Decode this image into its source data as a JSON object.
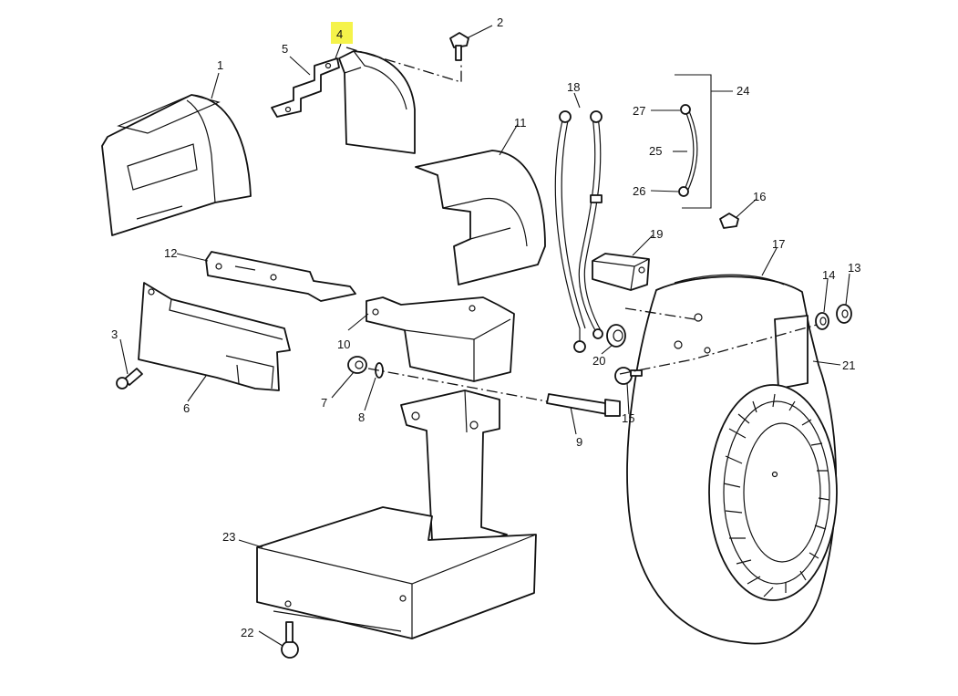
{
  "colors": {
    "highlight": "#f5f34a",
    "line": "#111111",
    "background": "#ffffff"
  },
  "highlighted_callout": "4",
  "callouts": [
    {
      "id": "1",
      "text": "1"
    },
    {
      "id": "2",
      "text": "2"
    },
    {
      "id": "3",
      "text": "3"
    },
    {
      "id": "4",
      "text": "4"
    },
    {
      "id": "5",
      "text": "5"
    },
    {
      "id": "6",
      "text": "6"
    },
    {
      "id": "7",
      "text": "7"
    },
    {
      "id": "8",
      "text": "8"
    },
    {
      "id": "9",
      "text": "9"
    },
    {
      "id": "10",
      "text": "10"
    },
    {
      "id": "11",
      "text": "11"
    },
    {
      "id": "12",
      "text": "12"
    },
    {
      "id": "13",
      "text": "13"
    },
    {
      "id": "14",
      "text": "14"
    },
    {
      "id": "15",
      "text": "15"
    },
    {
      "id": "16",
      "text": "16"
    },
    {
      "id": "17",
      "text": "17"
    },
    {
      "id": "18",
      "text": "18"
    },
    {
      "id": "19",
      "text": "19"
    },
    {
      "id": "20",
      "text": "20"
    },
    {
      "id": "21",
      "text": "21"
    },
    {
      "id": "22",
      "text": "22"
    },
    {
      "id": "23",
      "text": "23"
    },
    {
      "id": "24",
      "text": "24"
    },
    {
      "id": "25",
      "text": "25"
    },
    {
      "id": "26",
      "text": "26"
    },
    {
      "id": "27",
      "text": "27"
    }
  ]
}
